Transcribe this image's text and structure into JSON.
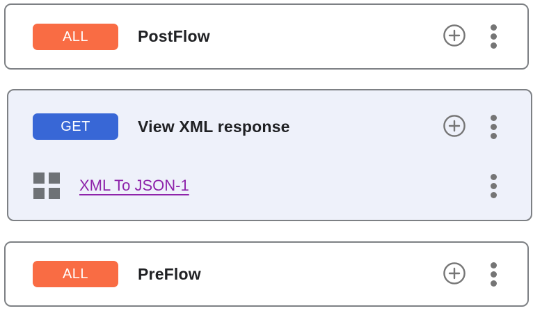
{
  "colors": {
    "card_bg": "#FFFFFF",
    "card_border": "#7D8084",
    "selected_card_bg": "#EEF1FA",
    "badge_all_bg": "#F96C44",
    "badge_get_bg": "#3867D6",
    "badge_text": "#FFFFFF",
    "title_text": "#202124",
    "icon_gray": "#757575",
    "grid_icon_gray": "#6E7276",
    "link_purple": "#8E24AA"
  },
  "icons": {
    "add_step": "add-circle-icon",
    "card_menu": "kebab-menu-icon",
    "policy_step": "policy-grid-icon"
  },
  "cards": [
    {
      "badge": "ALL",
      "title": "PostFlow",
      "selected": false
    },
    {
      "badge": "GET",
      "title": "View XML response",
      "selected": true,
      "policies": [
        {
          "label": "XML To JSON-1"
        }
      ]
    },
    {
      "badge": "ALL",
      "title": "PreFlow",
      "selected": false
    }
  ]
}
